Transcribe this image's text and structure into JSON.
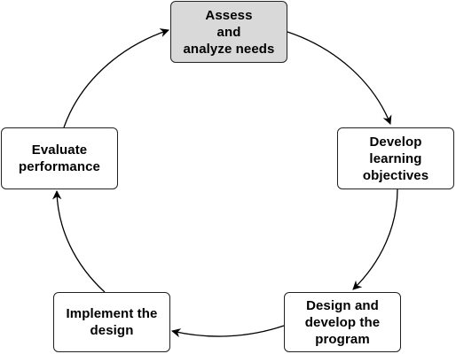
{
  "cycle": {
    "steps": [
      {
        "id": "assess",
        "label": "Assess\nand\nanalyze needs",
        "highlighted": true
      },
      {
        "id": "develop-objectives",
        "label": "Develop\nlearning\nobjectives",
        "highlighted": false
      },
      {
        "id": "design-program",
        "label": "Design and\ndevelop the\nprogram",
        "highlighted": false
      },
      {
        "id": "implement",
        "label": "Implement the\ndesign",
        "highlighted": false
      },
      {
        "id": "evaluate",
        "label": "Evaluate\nperformance",
        "highlighted": false
      }
    ],
    "flow_direction": "clockwise",
    "colors": {
      "highlight_fill": "#d9d9d9",
      "box_fill": "#ffffff",
      "stroke": "#222222"
    }
  }
}
